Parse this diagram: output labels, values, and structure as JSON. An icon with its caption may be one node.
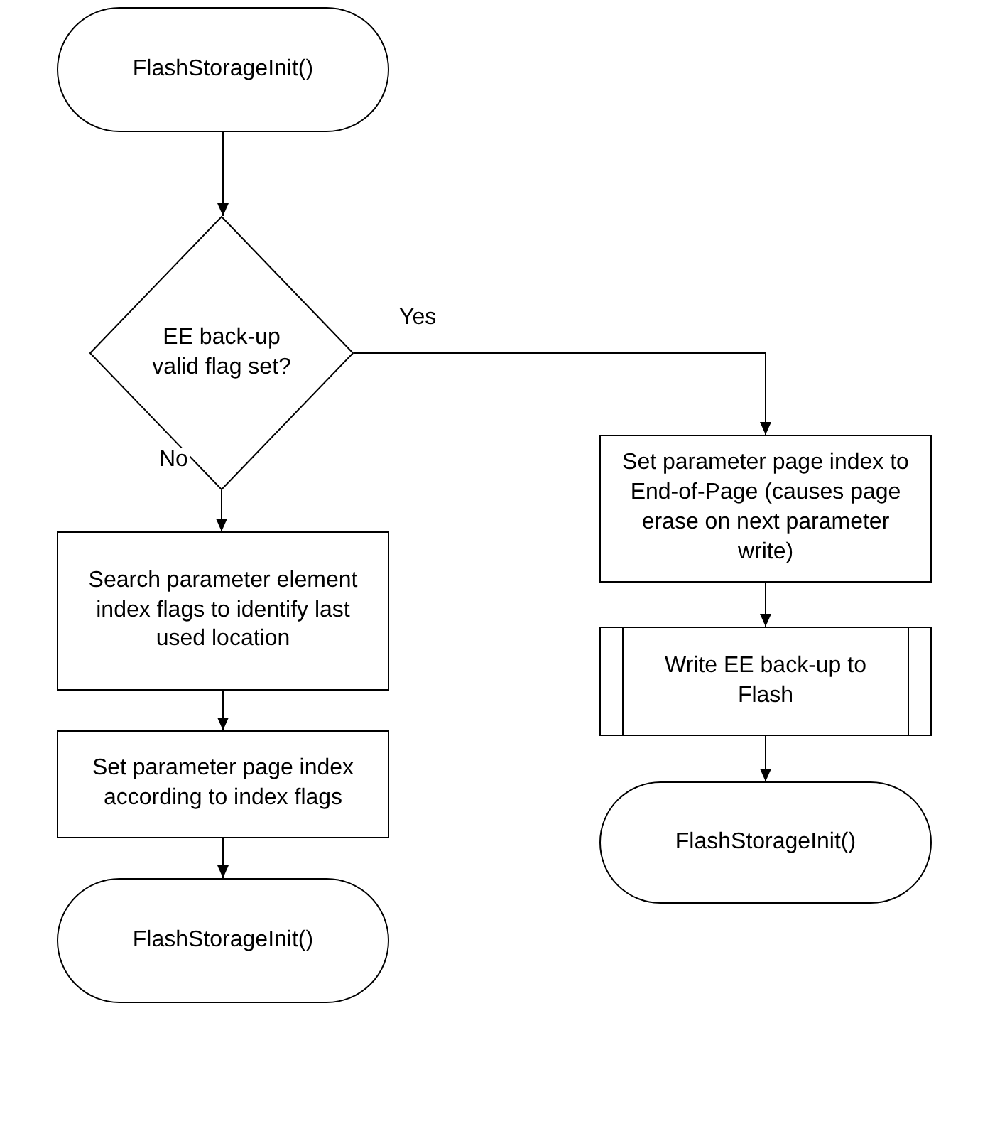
{
  "diagram": {
    "nodes": [
      {
        "text": [
          "FlashStorageInit()"
        ]
      },
      {
        "text": [
          "EE back-up valid flag set?"
        ]
      },
      {
        "text": [
          "Search parameter element index flags to identify last used location"
        ]
      },
      {
        "text": [
          "Set parameter page index according to index flags"
        ]
      },
      {
        "text": [
          "FlashStorageInit()"
        ]
      },
      {
        "text": [
          "Set parameter page index to End-of-Page (causes page erase on next parameter write)"
        ]
      },
      {
        "text": [
          "Write EE back-up to Flash"
        ]
      },
      {
        "text": [
          "FlashStorageInit()"
        ]
      }
    ],
    "edges": [
      {
        "from": 0,
        "to": 1,
        "arrow": "to"
      },
      {
        "from": 1,
        "to": 2,
        "arrow": "to",
        "label": "No"
      },
      {
        "from": 1,
        "to": 5,
        "arrow": "to",
        "label": "Yes"
      },
      {
        "from": 2,
        "to": 3,
        "arrow": "to"
      },
      {
        "from": 3,
        "to": 4,
        "arrow": "to"
      },
      {
        "from": 5,
        "to": 6,
        "arrow": "to"
      },
      {
        "from": 6,
        "to": 7,
        "arrow": "to"
      }
    ]
  }
}
